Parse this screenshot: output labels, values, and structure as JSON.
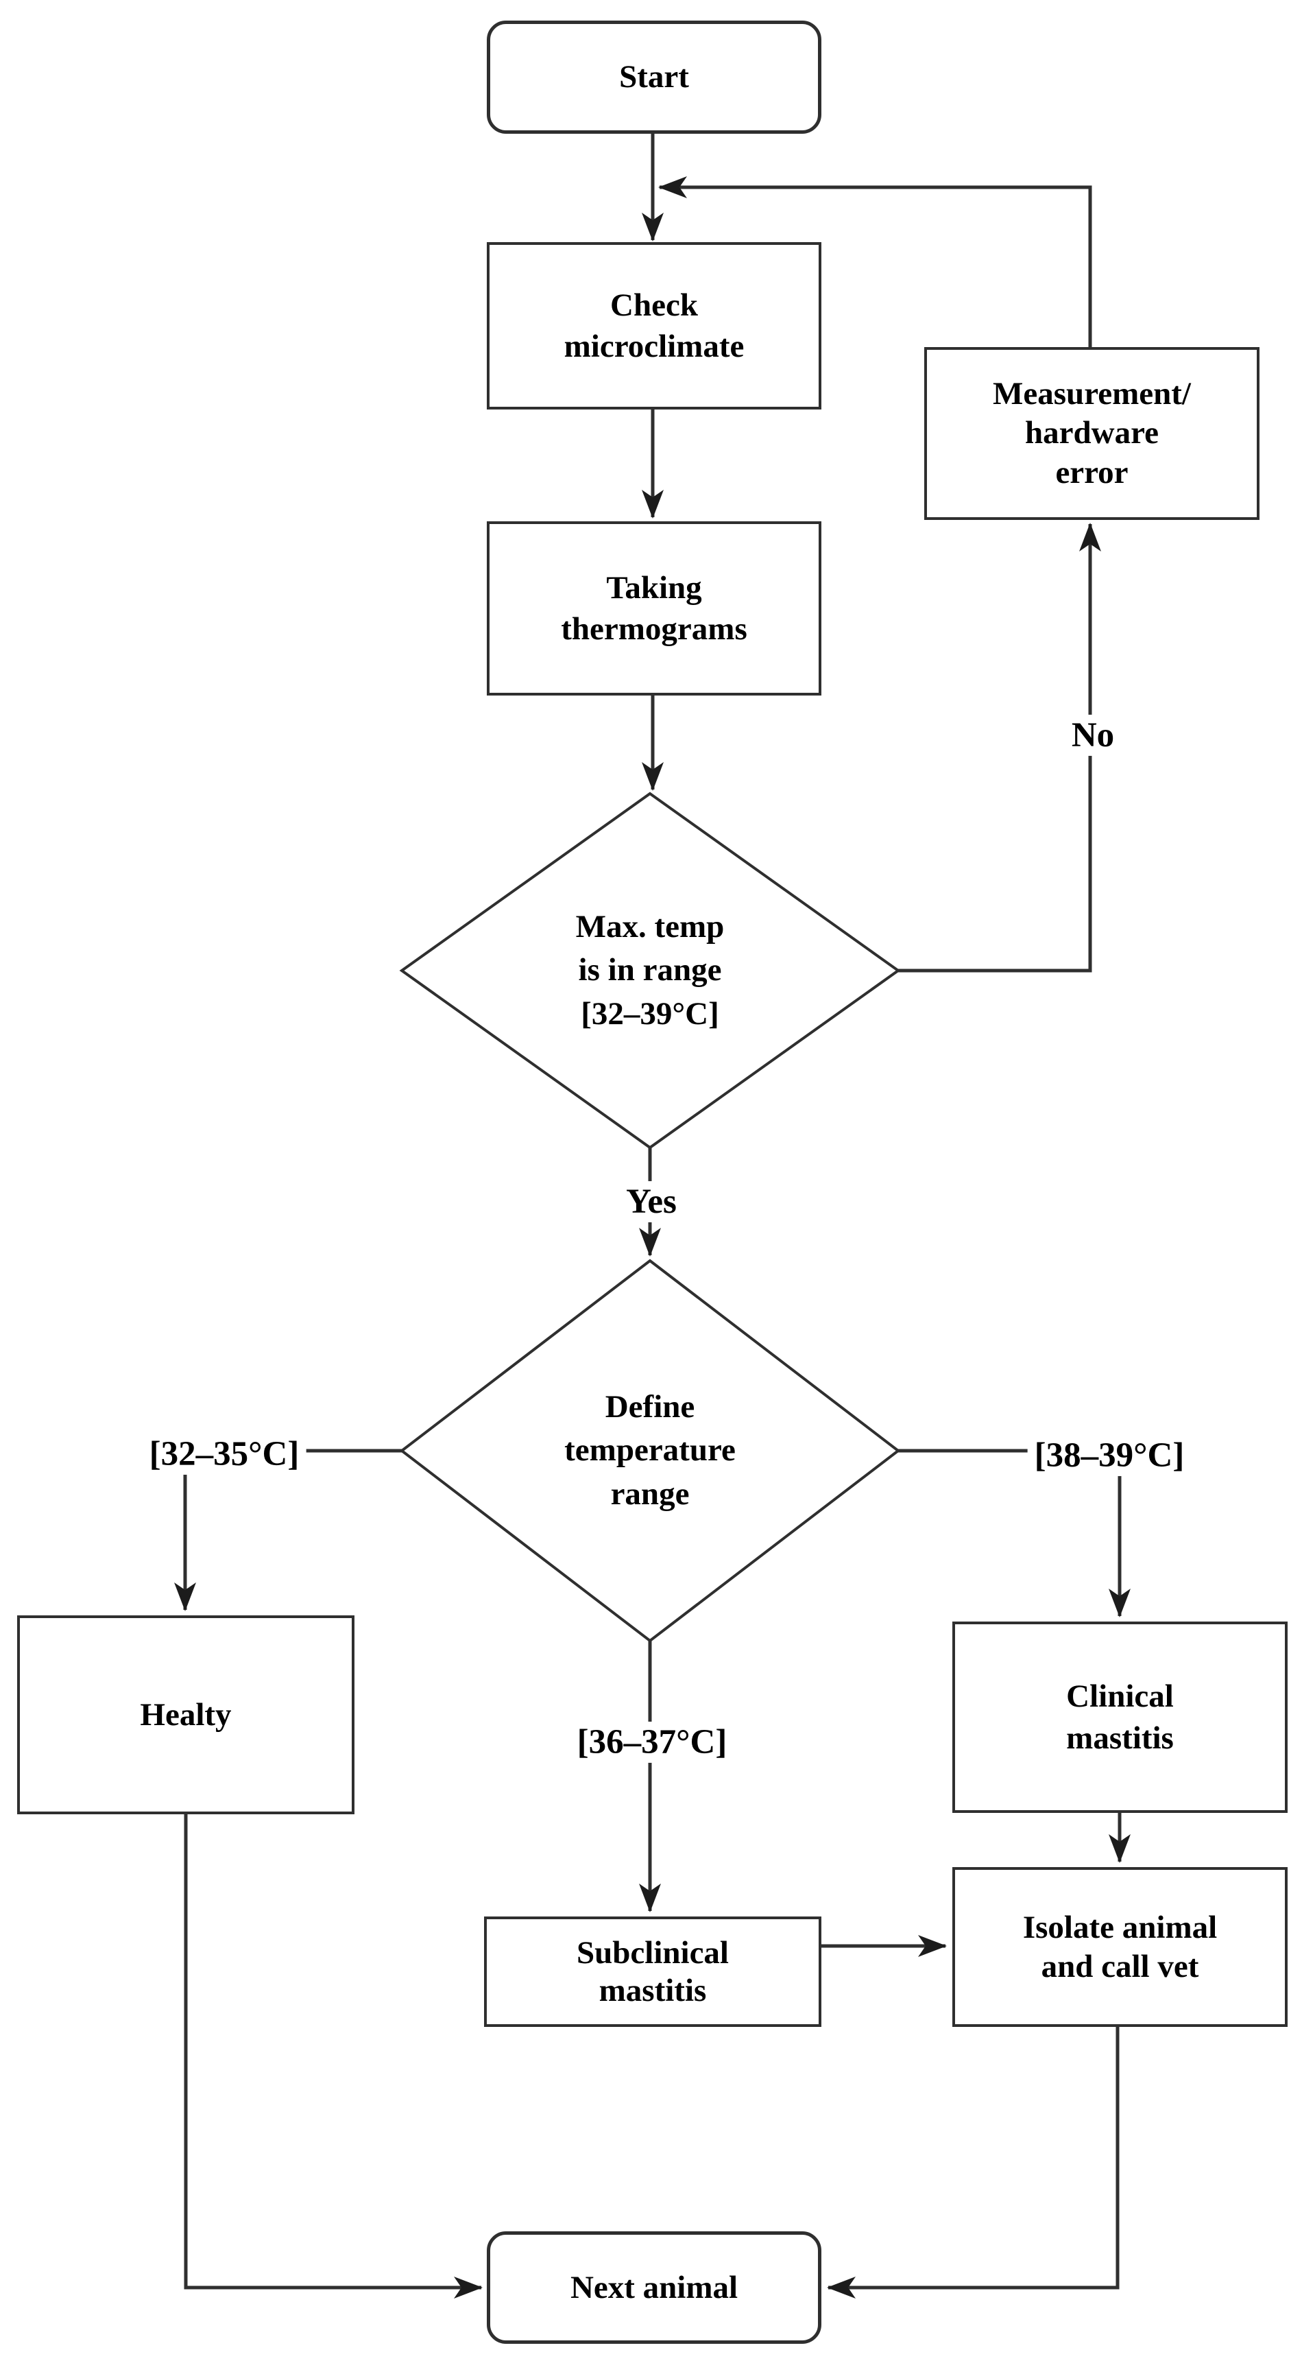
{
  "figure": {
    "background": "#ffffff",
    "stroke_color": "#2f2f2f",
    "text_color": "#000000",
    "nodes": {
      "start": {
        "label": "Start",
        "shape": "rounded"
      },
      "check_microclimate": {
        "label": "Check\nmicroclimate",
        "shape": "rect"
      },
      "taking_thermograms": {
        "label": "Taking\nthermograms",
        "shape": "rect"
      },
      "measurement_error": {
        "label": "Measurement/\nhardware\nerror",
        "shape": "rect"
      },
      "max_temp_in_range": {
        "label": "Max. temp\nis in range\n[32–39°C]",
        "shape": "diamond"
      },
      "define_temp_range": {
        "label": "Define\ntemperature\nrange",
        "shape": "diamond"
      },
      "healty": {
        "label": "Healty",
        "shape": "rect"
      },
      "subclinical_mastitis": {
        "label": "Subclinical\nmastitis",
        "shape": "rect"
      },
      "clinical_mastitis": {
        "label": "Clinical\nmastitis",
        "shape": "rect"
      },
      "isolate_animal": {
        "label": "Isolate animal\nand call vet",
        "shape": "rect"
      },
      "next_animal": {
        "label": "Next animal",
        "shape": "rounded"
      }
    },
    "edge_labels": {
      "yes": "Yes",
      "no": "No",
      "range_low": "[32–35°C]",
      "range_mid": "[36–37°C]",
      "range_high": "[38–39°C]"
    }
  }
}
